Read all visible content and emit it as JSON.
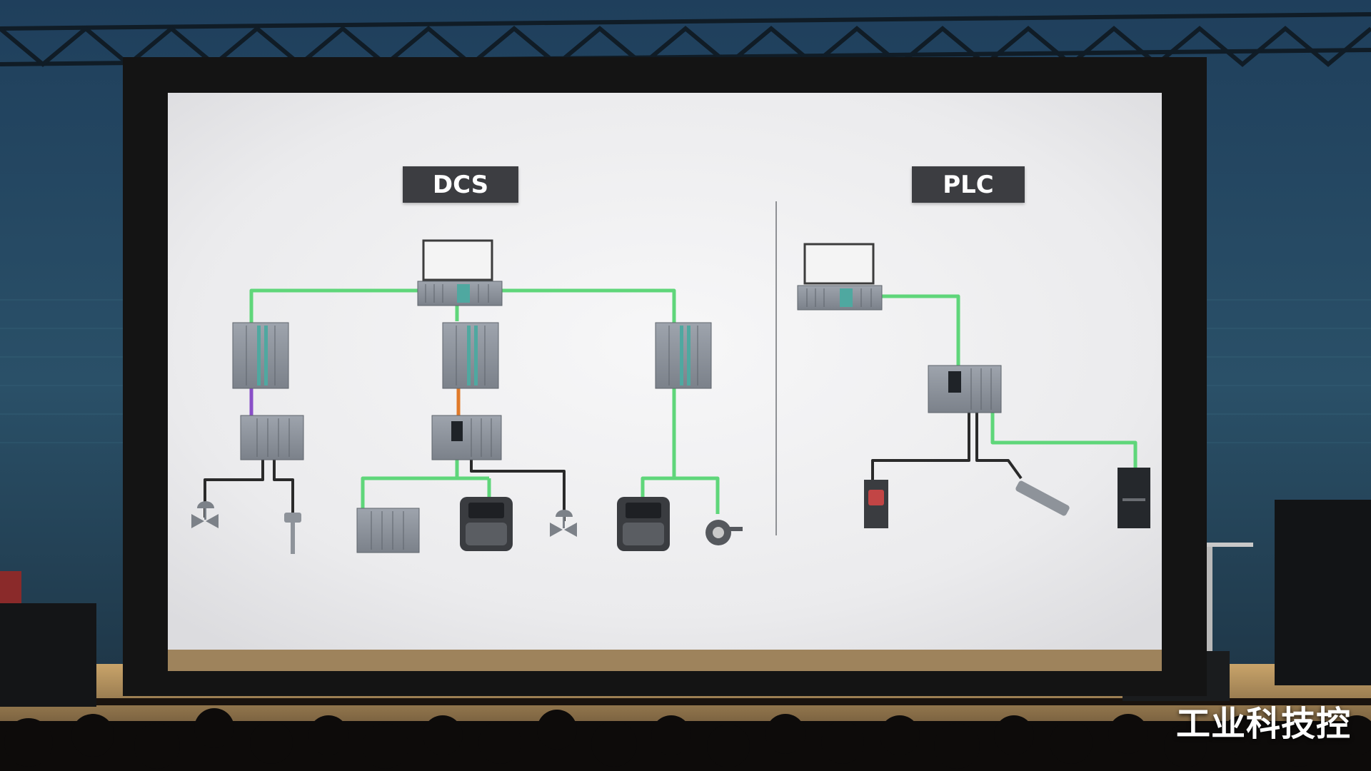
{
  "diagram": {
    "left_title": "DCS",
    "right_title": "PLC"
  },
  "watermark": "工业科技控",
  "colors": {
    "network_line": "#5fd67a",
    "field_line": "#2a2a2a",
    "purple_link": "#8a4fc8",
    "orange_link": "#e07a2a",
    "label_bg": "#3c3d41"
  },
  "devices": {
    "dcs": [
      "operator-station",
      "controller",
      "controller",
      "controller",
      "io-station",
      "io-station",
      "valve",
      "temperature-sensor",
      "io-module-rack",
      "drive",
      "valve",
      "drive",
      "encoder"
    ],
    "plc": [
      "operator-station",
      "plc-controller",
      "photoelectric-sensor",
      "proximity-sensor",
      "drive"
    ]
  }
}
